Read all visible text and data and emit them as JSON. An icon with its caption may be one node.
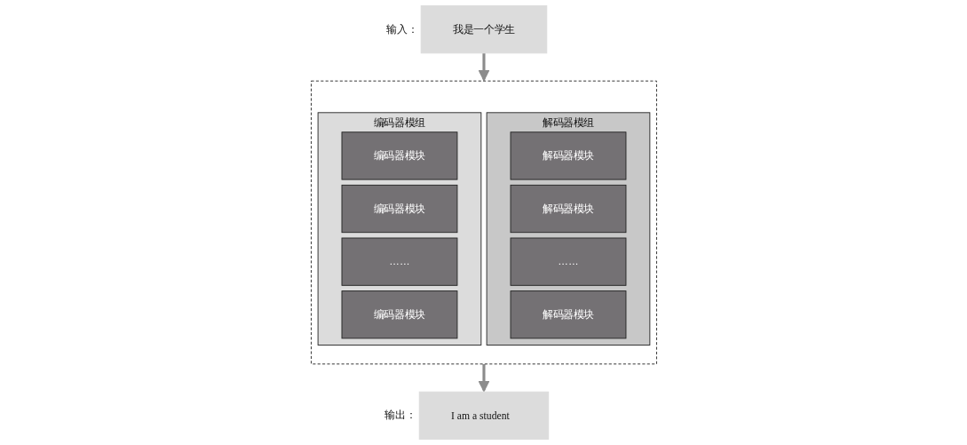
{
  "diagram": {
    "nodes": [
      {
        "text": [
          "我是一个学生"
        ],
        "beside": [
          "输入："
        ]
      },
      {
        "text": [],
        "shape": "box"
      },
      {
        "text": [
          "编码器模组"
        ],
        "in": 1
      },
      {
        "text": [
          "编码器模块"
        ],
        "in": 2
      },
      {
        "text": [
          "编码器模块"
        ],
        "in": 2
      },
      {
        "text": [
          "……"
        ],
        "in": 2
      },
      {
        "text": [
          "编码器模块"
        ],
        "in": 2
      },
      {
        "text": [
          "解码器模组"
        ],
        "in": 1
      },
      {
        "text": [
          "解码器模块"
        ],
        "in": 7
      },
      {
        "text": [
          "解码器模块"
        ],
        "in": 7
      },
      {
        "text": [
          "……"
        ],
        "in": 7
      },
      {
        "text": [
          "解码器模块"
        ],
        "in": 7
      },
      {
        "text": [
          "I am a student"
        ],
        "beside": [
          "输出："
        ]
      }
    ],
    "edges": [
      {
        "from": 0,
        "to": 1,
        "arrow": "to"
      },
      {
        "from": 1,
        "to": 12,
        "arrow": "to"
      }
    ]
  }
}
